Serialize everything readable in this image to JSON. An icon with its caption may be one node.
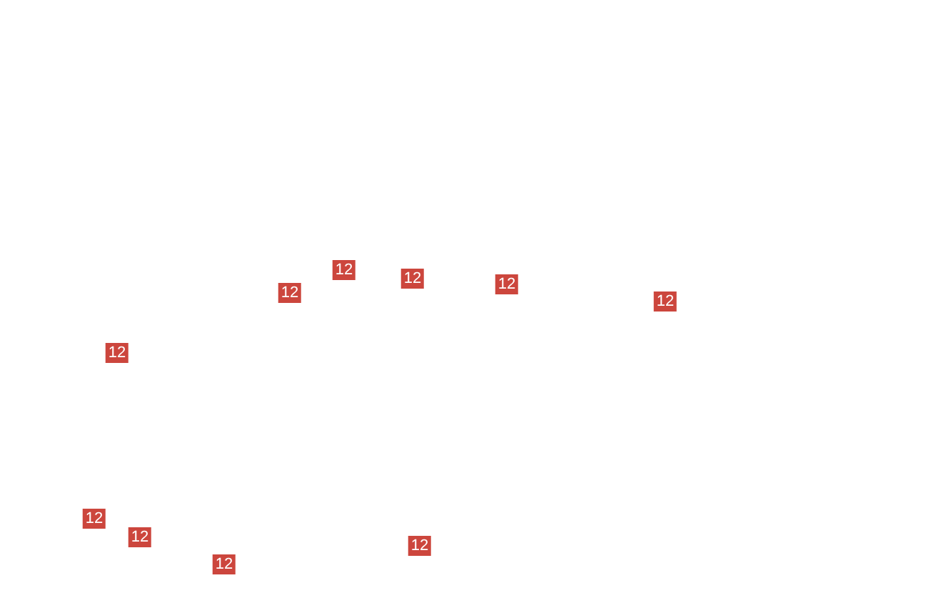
{
  "diagram": {
    "labels": [
      "12",
      "12",
      "12",
      "12",
      "12",
      "12",
      "12",
      "12",
      "12",
      "12"
    ]
  }
}
